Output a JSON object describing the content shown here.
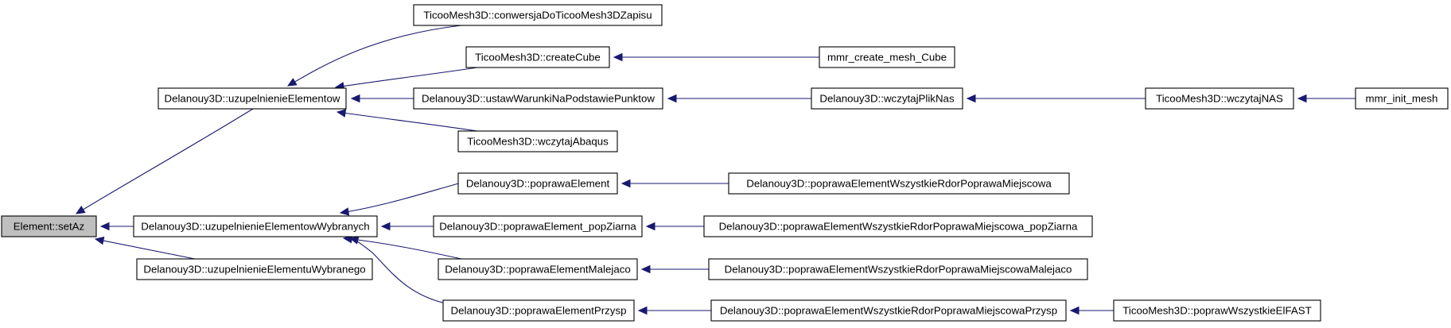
{
  "graph": {
    "root": "element-setaz",
    "colors": {
      "edge": "#191970",
      "root_fill": "#bfbfbf",
      "node_fill": "#ffffff",
      "node_border": "#000000"
    },
    "nodes": [
      {
        "id": "element-setaz",
        "label": "Element::setAz"
      },
      {
        "id": "uzupelnienie-elementow",
        "label": "Delanouy3D::uzupelnienieElementow"
      },
      {
        "id": "uzupelnienie-elementow-wybranych",
        "label": "Delanouy3D::uzupelnienieElementowWybranych"
      },
      {
        "id": "uzupelnienie-elementu-wybranego",
        "label": "Delanouy3D::uzupelnienieElementuWybranego"
      },
      {
        "id": "konwersja",
        "label": "TicooMesh3D::conwersjaDoTicooMesh3DZapisu"
      },
      {
        "id": "create-cube",
        "label": "TicooMesh3D::createCube"
      },
      {
        "id": "ustaw-warunki",
        "label": "Delanouy3D::ustawWarunkiNaPodstawiePunktow"
      },
      {
        "id": "wczytaj-abaqus",
        "label": "TicooMesh3D::wczytajAbaqus"
      },
      {
        "id": "mmr-create-mesh-cube",
        "label": "mmr_create_mesh_Cube"
      },
      {
        "id": "wczytaj-plik-nas",
        "label": "Delanouy3D::wczytajPlikNas"
      },
      {
        "id": "wczytaj-nas",
        "label": "TicooMesh3D::wczytajNAS"
      },
      {
        "id": "mmr-init-mesh",
        "label": "mmr_init_mesh"
      },
      {
        "id": "poprawa-element",
        "label": "Delanouy3D::poprawaElement"
      },
      {
        "id": "poprawa-element-pop-ziarna",
        "label": "Delanouy3D::poprawaElement_popZiarna"
      },
      {
        "id": "poprawa-element-malejaco",
        "label": "Delanouy3D::poprawaElementMalejaco"
      },
      {
        "id": "poprawa-element-przysp",
        "label": "Delanouy3D::poprawaElementPrzysp"
      },
      {
        "id": "wszystkie-miejscowa",
        "label": "Delanouy3D::poprawaElementWszystkieRdorPoprawaMiejscowa"
      },
      {
        "id": "wszystkie-miejscowa-pop-ziarna",
        "label": "Delanouy3D::poprawaElementWszystkieRdorPoprawaMiejscowa_popZiarna"
      },
      {
        "id": "wszystkie-miejscowa-malejaco",
        "label": "Delanouy3D::poprawaElementWszystkieRdorPoprawaMiejscowaMalejaco"
      },
      {
        "id": "wszystkie-miejscowa-przysp",
        "label": "Delanouy3D::poprawaElementWszystkieRdorPoprawaMiejscowaPrzysp"
      },
      {
        "id": "popraw-wszystkie-elfast",
        "label": "TicooMesh3D::poprawWszystkieElFAST"
      }
    ],
    "edges": [
      {
        "from": "uzupelnienie-elementow",
        "to": "element-setaz"
      },
      {
        "from": "uzupelnienie-elementow-wybranych",
        "to": "element-setaz"
      },
      {
        "from": "uzupelnienie-elementu-wybranego",
        "to": "element-setaz"
      },
      {
        "from": "konwersja",
        "to": "uzupelnienie-elementow"
      },
      {
        "from": "create-cube",
        "to": "uzupelnienie-elementow"
      },
      {
        "from": "ustaw-warunki",
        "to": "uzupelnienie-elementow"
      },
      {
        "from": "wczytaj-abaqus",
        "to": "uzupelnienie-elementow"
      },
      {
        "from": "mmr-create-mesh-cube",
        "to": "create-cube"
      },
      {
        "from": "wczytaj-plik-nas",
        "to": "ustaw-warunki"
      },
      {
        "from": "wczytaj-nas",
        "to": "wczytaj-plik-nas"
      },
      {
        "from": "mmr-init-mesh",
        "to": "wczytaj-nas"
      },
      {
        "from": "poprawa-element",
        "to": "uzupelnienie-elementow-wybranych"
      },
      {
        "from": "poprawa-element-pop-ziarna",
        "to": "uzupelnienie-elementow-wybranych"
      },
      {
        "from": "poprawa-element-malejaco",
        "to": "uzupelnienie-elementow-wybranych"
      },
      {
        "from": "poprawa-element-przysp",
        "to": "uzupelnienie-elementow-wybranych"
      },
      {
        "from": "wszystkie-miejscowa",
        "to": "poprawa-element"
      },
      {
        "from": "wszystkie-miejscowa-pop-ziarna",
        "to": "poprawa-element-pop-ziarna"
      },
      {
        "from": "wszystkie-miejscowa-malejaco",
        "to": "poprawa-element-malejaco"
      },
      {
        "from": "wszystkie-miejscowa-przysp",
        "to": "poprawa-element-przysp"
      },
      {
        "from": "popraw-wszystkie-elfast",
        "to": "wszystkie-miejscowa-przysp"
      }
    ]
  }
}
